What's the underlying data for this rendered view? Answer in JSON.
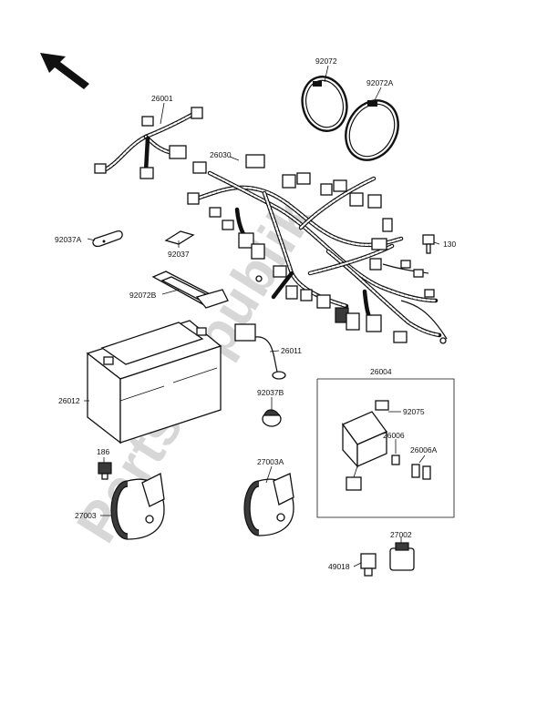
{
  "watermark": "PartsRepublik",
  "labels": {
    "l26001": "26001",
    "l26030": "26030",
    "l92072": "92072",
    "l92072a": "92072A",
    "l92037a": "92037A",
    "l92037": "92037",
    "l130": "130",
    "l92072b": "92072B",
    "l26011": "26011",
    "l26012": "26012",
    "l92037b": "92037B",
    "l26004": "26004",
    "l92075": "92075",
    "l26006": "26006",
    "l26006a": "26006A",
    "l186": "186",
    "l27003": "27003",
    "l27003a": "27003A",
    "l27002": "27002",
    "l49018": "49018"
  },
  "icons": {
    "arrow": "direction-arrow-icon"
  }
}
